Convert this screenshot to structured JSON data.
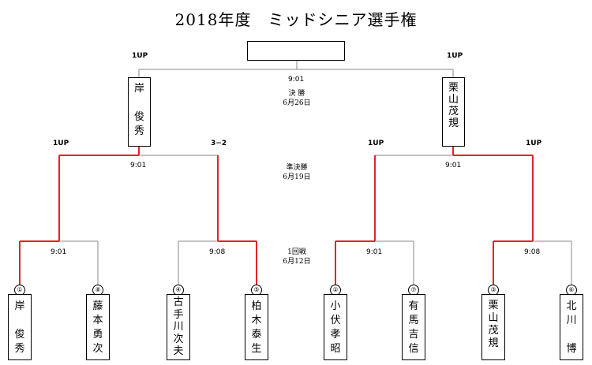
{
  "title": "2018年度　ミッドシニア選手権",
  "champion": "",
  "rounds": {
    "final": {
      "name": "決 勝",
      "date": "6月26日",
      "time": "9:01"
    },
    "semi": {
      "name": "準決勝",
      "date": "6月19日"
    },
    "first": {
      "name": "1回戦",
      "date": "6月12日"
    }
  },
  "finalists": [
    {
      "name": "岸\n\n俊秀",
      "score": "1UP"
    },
    {
      "name": "栗\n山\n茂\n規",
      "score": "1UP"
    }
  ],
  "semis": [
    {
      "time": "9:01",
      "score_left": "1UP",
      "score_right": "3−2"
    },
    {
      "time": "9:01",
      "score_left": "1UP",
      "score_right": "1UP"
    }
  ],
  "first_round": [
    {
      "time": "9:01"
    },
    {
      "time": "9:08"
    },
    {
      "time": "9:01"
    },
    {
      "time": "9:08"
    }
  ],
  "players": [
    {
      "seed": "①",
      "name": "岸\n\n俊秀"
    },
    {
      "seed": "⑧",
      "name": "藤本\n勇次"
    },
    {
      "seed": "④",
      "name": "古\n手\n川\n次\n夫"
    },
    {
      "seed": "⑤",
      "name": "柏木\n泰生"
    },
    {
      "seed": "②",
      "name": "小伏\n孝昭"
    },
    {
      "seed": "⑦",
      "name": "有馬\n吉信"
    },
    {
      "seed": "③",
      "name": "栗\n山\n茂\n規"
    },
    {
      "seed": "⑥",
      "name": "北川\n\n博"
    }
  ],
  "colors": {
    "winner_line": "#e0252b",
    "loser_line": "#888888"
  }
}
